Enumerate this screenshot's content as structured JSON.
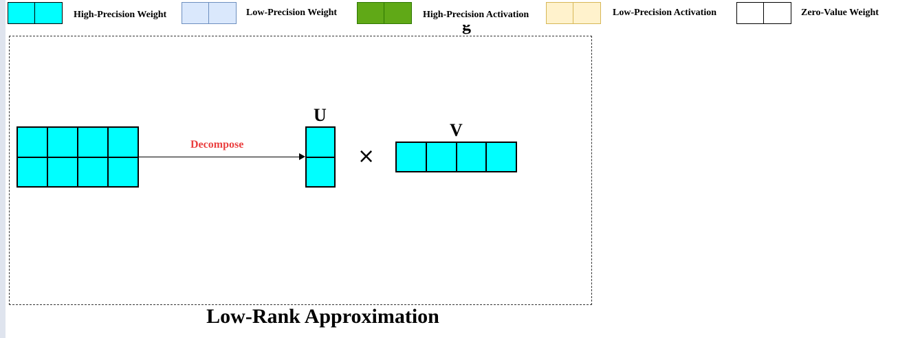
{
  "legend": [
    {
      "label": "High-Precision Weight",
      "fill": "#00ffff",
      "border": "#000000"
    },
    {
      "label": "Low-Precision Weight",
      "fill": "#dae8fc",
      "border": "#6c8ebf"
    },
    {
      "label": "High-Precision Activation",
      "fill": "#60a917",
      "border": "#2d7600"
    },
    {
      "label": "Low-Precision Activation",
      "fill": "#fff2cc",
      "border": "#d6b656"
    },
    {
      "label": "Zero-Value Weight",
      "fill": "#ffffff",
      "border": "#000000"
    }
  ],
  "diagram": {
    "title": "Low-Rank Approximation",
    "decompose_label": "Decompose",
    "decompose_color": "#ea3f3f",
    "operator": "×",
    "clipped_glyph": "g",
    "matrix_fill": "#00ffff",
    "original_matrix": {
      "rows": 2,
      "cols": 4
    },
    "u_matrix": {
      "label": "U",
      "rows": 2,
      "cols": 1
    },
    "v_matrix": {
      "label": "V",
      "rows": 1,
      "cols": 4
    }
  }
}
